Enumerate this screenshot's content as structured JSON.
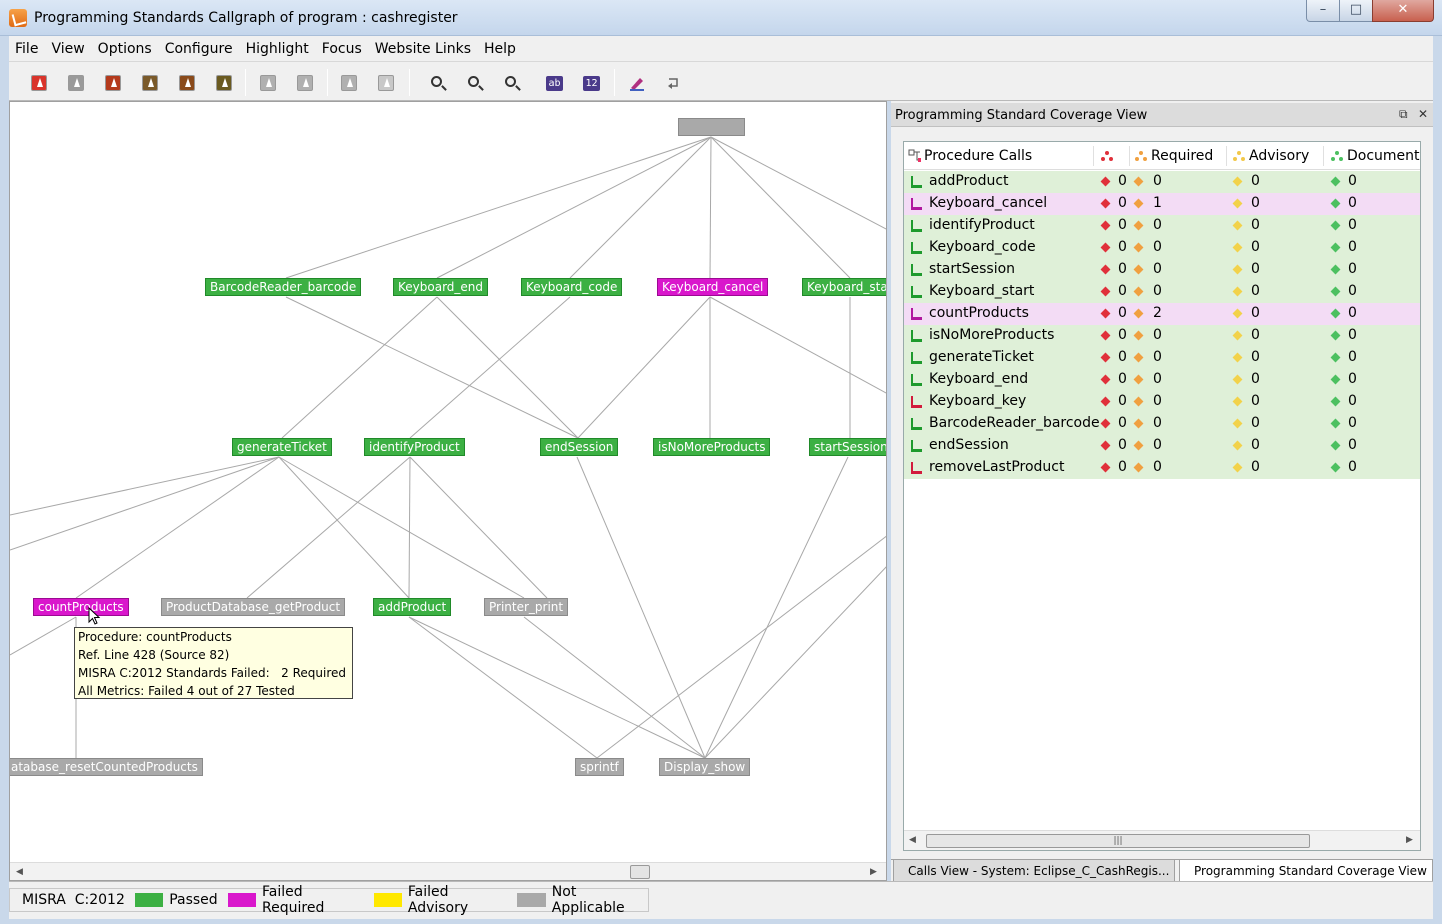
{
  "window": {
    "title": "Programming Standards Callgraph of program : cashregister"
  },
  "menu": [
    "File",
    "View",
    "Options",
    "Configure",
    "Highlight",
    "Focus",
    "Website Links",
    "Help"
  ],
  "toolbar": {
    "text_btn": "ab",
    "num_btn": "12"
  },
  "graph": {
    "nodes": {
      "root": "",
      "barcode": "BarcodeReader_barcode",
      "kend": "Keyboard_end",
      "kcode": "Keyboard_code",
      "kcancel": "Keyboard_cancel",
      "kstart": "Keyboard_star",
      "genticket": "generateTicket",
      "identprod": "identifyProduct",
      "endsession": "endSession",
      "isnomore": "isNoMoreProducts",
      "startsession": "startSession",
      "countprod": "countProducts",
      "pdbget": "ProductDatabase_getProduct",
      "addprod": "addProduct",
      "printer": "Printer_print",
      "resetcount": "atabase_resetCountedProducts",
      "sprintf": "sprintf",
      "display": "Display_show"
    },
    "tooltip": {
      "line1": "Procedure: countProducts",
      "line2": "Ref. Line 428 (Source 82)",
      "line3": "MISRA C:2012 Standards Failed:   2 Required",
      "line4": "All Metrics: Failed 4 out of 27 Tested"
    }
  },
  "coverage": {
    "title": "Programming Standard Coverage View",
    "columns": {
      "calls": "Procedure Calls",
      "mandatory": "",
      "required": "Required",
      "advisory": "Advisory",
      "document": "Document"
    },
    "rows": [
      {
        "name": "addProduct",
        "m": "0",
        "r": "0",
        "a": "0",
        "d": "0",
        "status": "pass",
        "icon": "green"
      },
      {
        "name": "Keyboard_cancel",
        "m": "0",
        "r": "1",
        "a": "0",
        "d": "0",
        "status": "fail",
        "icon": "mag"
      },
      {
        "name": "identifyProduct",
        "m": "0",
        "r": "0",
        "a": "0",
        "d": "0",
        "status": "pass",
        "icon": "green"
      },
      {
        "name": "Keyboard_code",
        "m": "0",
        "r": "0",
        "a": "0",
        "d": "0",
        "status": "pass",
        "icon": "green"
      },
      {
        "name": "startSession",
        "m": "0",
        "r": "0",
        "a": "0",
        "d": "0",
        "status": "pass",
        "icon": "green"
      },
      {
        "name": "Keyboard_start",
        "m": "0",
        "r": "0",
        "a": "0",
        "d": "0",
        "status": "pass",
        "icon": "green"
      },
      {
        "name": "countProducts",
        "m": "0",
        "r": "2",
        "a": "0",
        "d": "0",
        "status": "fail",
        "icon": "mag"
      },
      {
        "name": "isNoMoreProducts",
        "m": "0",
        "r": "0",
        "a": "0",
        "d": "0",
        "status": "pass",
        "icon": "green"
      },
      {
        "name": "generateTicket",
        "m": "0",
        "r": "0",
        "a": "0",
        "d": "0",
        "status": "pass",
        "icon": "green"
      },
      {
        "name": "Keyboard_end",
        "m": "0",
        "r": "0",
        "a": "0",
        "d": "0",
        "status": "pass",
        "icon": "green"
      },
      {
        "name": "Keyboard_key",
        "m": "0",
        "r": "0",
        "a": "0",
        "d": "0",
        "status": "pass",
        "icon": "red"
      },
      {
        "name": "BarcodeReader_barcode",
        "m": "0",
        "r": "0",
        "a": "0",
        "d": "0",
        "status": "pass",
        "icon": "green"
      },
      {
        "name": "endSession",
        "m": "0",
        "r": "0",
        "a": "0",
        "d": "0",
        "status": "pass",
        "icon": "green"
      },
      {
        "name": "removeLastProduct",
        "m": "0",
        "r": "0",
        "a": "0",
        "d": "0",
        "status": "pass",
        "icon": "red"
      }
    ],
    "scroll_grip": "|||",
    "tabs": {
      "calls_view": "Calls View - System: Eclipse_C_CashRegis...",
      "coverage_view": "Programming Standard Coverage View"
    }
  },
  "legend": {
    "standard": "MISRA  C:2012",
    "passed": "Passed",
    "failed_required": "Failed Required",
    "failed_advisory": "Failed Advisory",
    "not_applicable": "Not Applicable",
    "colors": {
      "passed": "#3cb043",
      "failed_required": "#d917cc",
      "failed_advisory": "#ffe800",
      "not_applicable": "#a9a9a9"
    }
  }
}
